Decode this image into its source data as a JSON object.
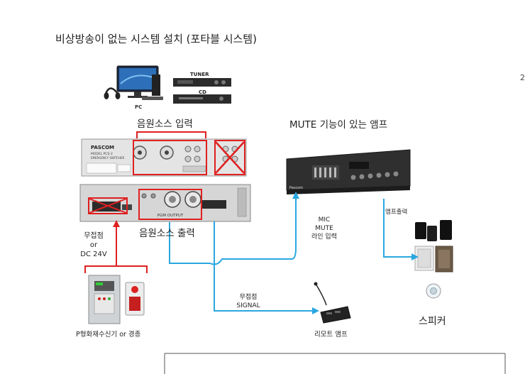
{
  "title": "비상방송이 없는 시스템 설치 (포타블 시스템)",
  "labels": {
    "pc": "PC",
    "tuner": "TUNER",
    "cd": "CD",
    "source_input": "음원소스 입력",
    "mute_amp": "MUTE 기능이 있는 앰프",
    "source_output": "음원소스 출력",
    "contact_lines": [
      "무접점",
      "or",
      "DC 24V"
    ],
    "mic_mute_lines": [
      "MIC",
      "MUTE",
      "라인 입력"
    ],
    "amp_output": "앰프출력",
    "signal_lines": [
      "무접점",
      "SIGNAL"
    ],
    "fire_receiver": "P형화재수신기 or 경종",
    "remote_amp": "리모트 앰프",
    "speaker": "스피커",
    "stray_mark": "2"
  },
  "device_text": {
    "brand": "PASCOM",
    "model": "MODEL PCS-2",
    "model_sub": "EMERGENCY SWITCHER",
    "pgm_output": "PGM OUTPUT",
    "amp_brand": "Pascom"
  },
  "colors": {
    "wire_blue": "#2aa7e0",
    "highlight_red": "#e02020",
    "device_gray": "#d9d9d9",
    "device_dark": "#2a2a2a",
    "text": "#222222"
  },
  "icons": [
    "pc-monitor-icon",
    "headphones-icon",
    "tuner-rack-icon",
    "cd-rack-icon",
    "switcher-front-icon",
    "switcher-back-icon",
    "mute-amplifier-icon",
    "fire-receiver-icon",
    "alarm-bell-icon",
    "remote-mic-icon",
    "speaker-box-icon",
    "ceiling-speaker-icon"
  ]
}
